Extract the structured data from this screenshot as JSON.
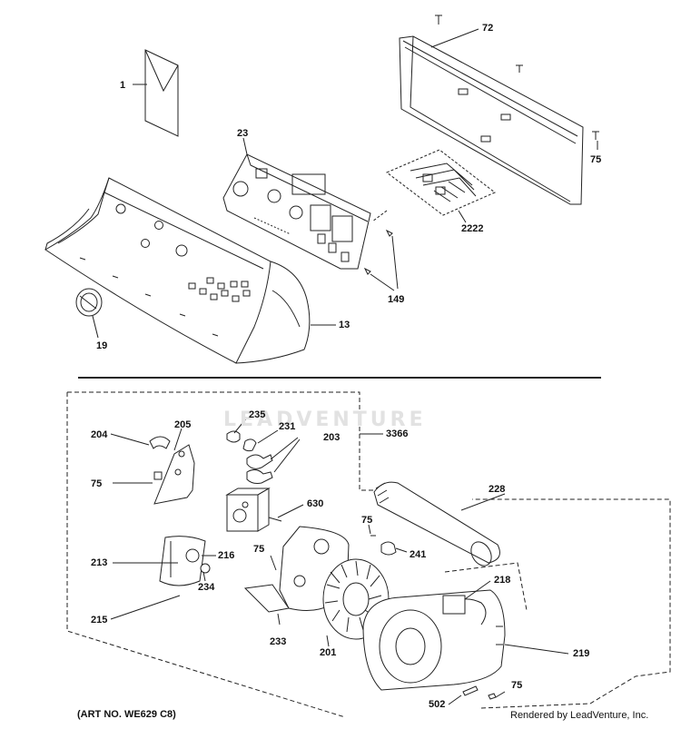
{
  "watermark": "LEADVENTURE",
  "footer": {
    "art_no": "(ART NO. WE629 C8)",
    "rendered_by": "Rendered by LeadVenture, Inc."
  },
  "callouts": {
    "c1": "1",
    "c72": "72",
    "c75_top": "75",
    "c23": "23",
    "c2222": "2222",
    "c149": "149",
    "c13": "13",
    "c19": "19",
    "c235": "235",
    "c231": "231",
    "c203": "203",
    "c3366": "3366",
    "c204": "204",
    "c205": "205",
    "c75_left": "75",
    "c630": "630",
    "c228": "228",
    "c75_mid": "75",
    "c241": "241",
    "c213": "213",
    "c216": "216",
    "c75_center": "75",
    "c218": "218",
    "c234": "234",
    "c215": "215",
    "c233": "233",
    "c201": "201",
    "c219": "219",
    "c75_bottom": "75",
    "c502": "502"
  }
}
